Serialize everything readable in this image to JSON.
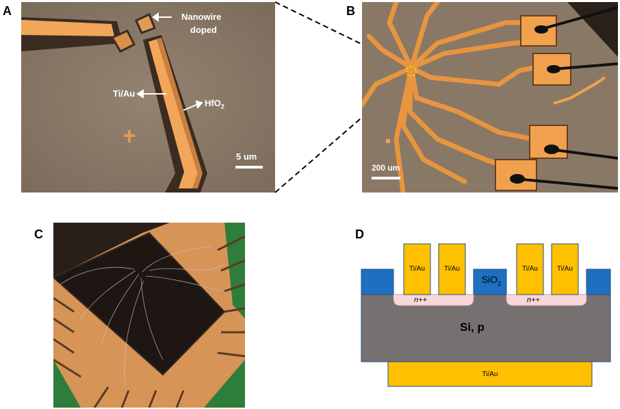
{
  "panels": {
    "a": {
      "letter": "A",
      "labels": {
        "nanowire_line1": "Nanowire",
        "nanowire_line2": "doped",
        "tiau": "Ti/Au",
        "hfo2_base": "HfO",
        "hfo2_sub": "2",
        "scale": "5 um"
      }
    },
    "b": {
      "letter": "B",
      "labels": {
        "scale": "200 um"
      }
    },
    "c": {
      "letter": "C"
    },
    "d": {
      "letter": "D",
      "labels": {
        "contact": "Ti/Au",
        "sio2_base": "SiO",
        "sio2_sub": "2",
        "doped": "n++",
        "substrate": "Si, p",
        "back_contact": "Ti/Au"
      },
      "colors": {
        "oxide": "#1f6fc0",
        "metal": "#ffc000",
        "silicon": "#767171",
        "doped": "#f8d7da"
      }
    }
  }
}
